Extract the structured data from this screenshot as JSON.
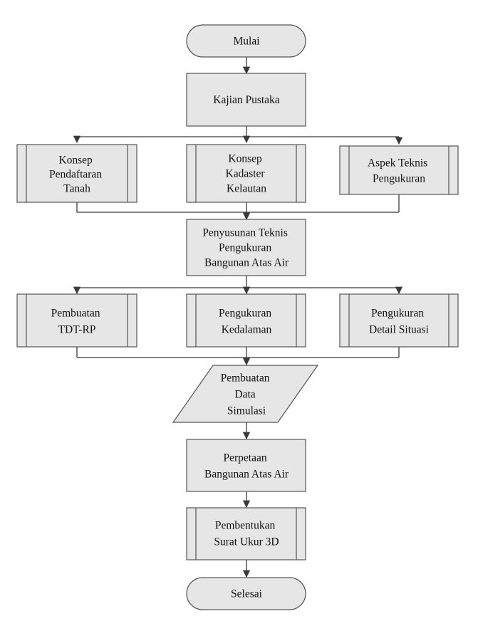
{
  "diagram": {
    "nodes": [
      {
        "id": "start",
        "shape": "terminator",
        "lines": [
          "Mulai"
        ]
      },
      {
        "id": "kajian",
        "shape": "process",
        "lines": [
          "Kajian Pustaka"
        ]
      },
      {
        "id": "konsep-pendaftaran",
        "shape": "subprocess",
        "lines": [
          "Konsep",
          "Pendaftaran",
          "Tanah"
        ]
      },
      {
        "id": "konsep-kadaster",
        "shape": "subprocess",
        "lines": [
          "Konsep",
          "Kadaster",
          "Kelautan"
        ]
      },
      {
        "id": "aspek-teknis",
        "shape": "subprocess",
        "lines": [
          "Aspek Teknis",
          "Pengukuran"
        ]
      },
      {
        "id": "penyusunan",
        "shape": "process",
        "lines": [
          "Penyusunan Teknis",
          "Pengukuran",
          "Bangunan Atas Air"
        ]
      },
      {
        "id": "pembuatan-tdt",
        "shape": "subprocess",
        "lines": [
          "Pembuatan",
          "TDT-RP"
        ]
      },
      {
        "id": "pengukuran-kedalaman",
        "shape": "subprocess",
        "lines": [
          "Pengukuran",
          "Kedalaman"
        ]
      },
      {
        "id": "pengukuran-detail",
        "shape": "subprocess",
        "lines": [
          "Pengukuran",
          "Detail Situasi"
        ]
      },
      {
        "id": "pembuatan-data",
        "shape": "data",
        "lines": [
          "Pembuatan",
          "Data",
          "Simulasi"
        ]
      },
      {
        "id": "perpetaan",
        "shape": "process",
        "lines": [
          "Perpetaan",
          "Bangunan Atas Air"
        ]
      },
      {
        "id": "pembentukan",
        "shape": "subprocess",
        "lines": [
          "Pembentukan",
          "Surat Ukur 3D"
        ]
      },
      {
        "id": "end",
        "shape": "terminator",
        "lines": [
          "Selesai"
        ]
      }
    ]
  }
}
